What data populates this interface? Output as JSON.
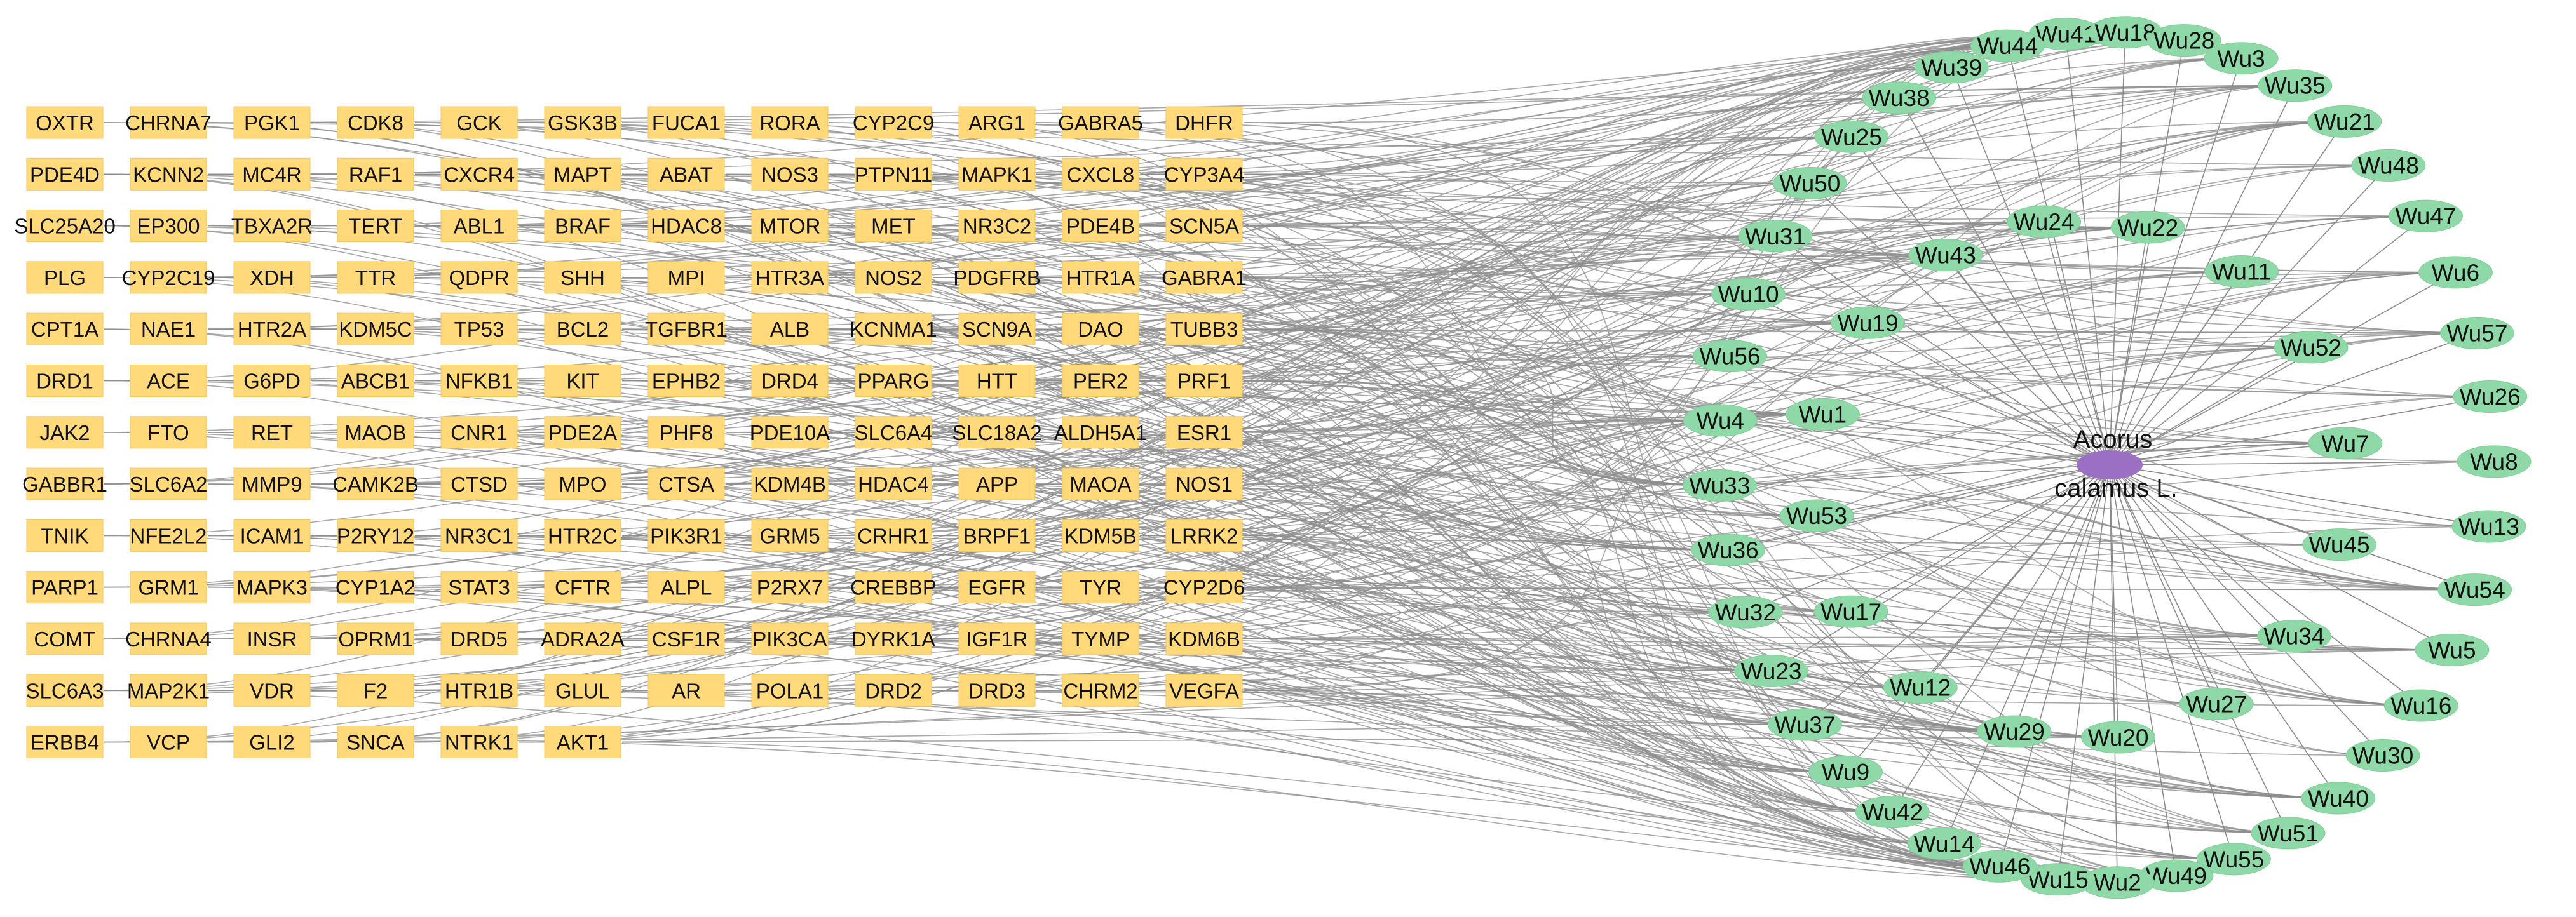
{
  "colors": {
    "target_fill": "#ffd97a",
    "compound_fill": "#8fd9a8",
    "herb_fill": "#9b6fc3",
    "edge": "#8c8c8c",
    "background": "#ffffff"
  },
  "herb": {
    "label_line1": "Acorus",
    "label_line2": "calamus L."
  },
  "target_rows": [
    [
      "OXTR",
      "CHRNA7",
      "PGK1",
      "CDK8",
      "GCK",
      "GSK3B",
      "FUCA1",
      "RORA",
      "CYP2C9",
      "ARG1",
      "GABRA5",
      "DHFR"
    ],
    [
      "PDE4D",
      "KCNN2",
      "MC4R",
      "RAF1",
      "CXCR4",
      "MAPT",
      "ABAT",
      "NOS3",
      "PTPN11",
      "MAPK1",
      "CXCL8",
      "CYP3A4"
    ],
    [
      "SLC25A20",
      "EP300",
      "TBXA2R",
      "TERT",
      "ABL1",
      "BRAF",
      "HDAC8",
      "MTOR",
      "MET",
      "NR3C2",
      "PDE4B",
      "SCN5A"
    ],
    [
      "PLG",
      "CYP2C19",
      "XDH",
      "TTR",
      "QDPR",
      "SHH",
      "MPI",
      "HTR3A",
      "NOS2",
      "PDGFRB",
      "HTR1A",
      "GABRA1"
    ],
    [
      "CPT1A",
      "NAE1",
      "HTR2A",
      "KDM5C",
      "TP53",
      "BCL2",
      "TGFBR1",
      "ALB",
      "KCNMA1",
      "SCN9A",
      "DAO",
      "TUBB3"
    ],
    [
      "DRD1",
      "ACE",
      "G6PD",
      "ABCB1",
      "NFKB1",
      "KIT",
      "EPHB2",
      "DRD4",
      "PPARG",
      "HTT",
      "PER2",
      "PRF1"
    ],
    [
      "JAK2",
      "FTO",
      "RET",
      "MAOB",
      "CNR1",
      "PDE2A",
      "PHF8",
      "PDE10A",
      "SLC6A4",
      "SLC18A2",
      "ALDH5A1",
      "ESR1"
    ],
    [
      "GABBR1",
      "SLC6A2",
      "MMP9",
      "CAMK2B",
      "CTSD",
      "MPO",
      "CTSA",
      "KDM4B",
      "HDAC4",
      "APP",
      "MAOA",
      "NOS1"
    ],
    [
      "TNIK",
      "NFE2L2",
      "ICAM1",
      "P2RY12",
      "NR3C1",
      "HTR2C",
      "PIK3R1",
      "GRM5",
      "CRHR1",
      "BRPF1",
      "KDM5B",
      "LRRK2"
    ],
    [
      "PARP1",
      "GRM1",
      "MAPK3",
      "CYP1A2",
      "STAT3",
      "CFTR",
      "ALPL",
      "P2RX7",
      "CREBBP",
      "EGFR",
      "TYR",
      "CYP2D6"
    ],
    [
      "COMT",
      "CHRNA4",
      "INSR",
      "OPRM1",
      "DRD5",
      "ADRA2A",
      "CSF1R",
      "PIK3CA",
      "DYRK1A",
      "IGF1R",
      "TYMP",
      "KDM6B"
    ],
    [
      "SLC6A3",
      "MAP2K1",
      "VDR",
      "F2",
      "HTR1B",
      "GLUL",
      "AR",
      "POLA1",
      "DRD2",
      "DRD3",
      "CHRM2",
      "VEGFA"
    ],
    [
      "ERBB4",
      "VCP",
      "GLI2",
      "SNCA",
      "NTRK1",
      "AKT1"
    ]
  ],
  "compounds_outer_ring": [
    "Wu41",
    "Wu18",
    "Wu28",
    "Wu3",
    "Wu35",
    "Wu21",
    "Wu48",
    "Wu47",
    "Wu6",
    "Wu57",
    "Wu26",
    "Wu8",
    "Wu13",
    "Wu54",
    "Wu5",
    "Wu16",
    "Wu30",
    "Wu40",
    "Wu51",
    "Wu55",
    "Wu49",
    "Wu2",
    "Wu15",
    "Wu46",
    "Wu14",
    "Wu42",
    "Wu9",
    "Wu37",
    "Wu23",
    "Wu32",
    "Wu36",
    "Wu33",
    "Wu4",
    "Wu56",
    "Wu10",
    "Wu31",
    "Wu50",
    "Wu25",
    "Wu38",
    "Wu39",
    "Wu44"
  ],
  "compounds_inner_ring": [
    "Wu24",
    "Wu22",
    "Wu11",
    "Wu52",
    "Wu7",
    "Wu45",
    "Wu34",
    "Wu27",
    "Wu20",
    "Wu29",
    "Wu12",
    "Wu17",
    "Wu53",
    "Wu1",
    "Wu19",
    "Wu43"
  ]
}
